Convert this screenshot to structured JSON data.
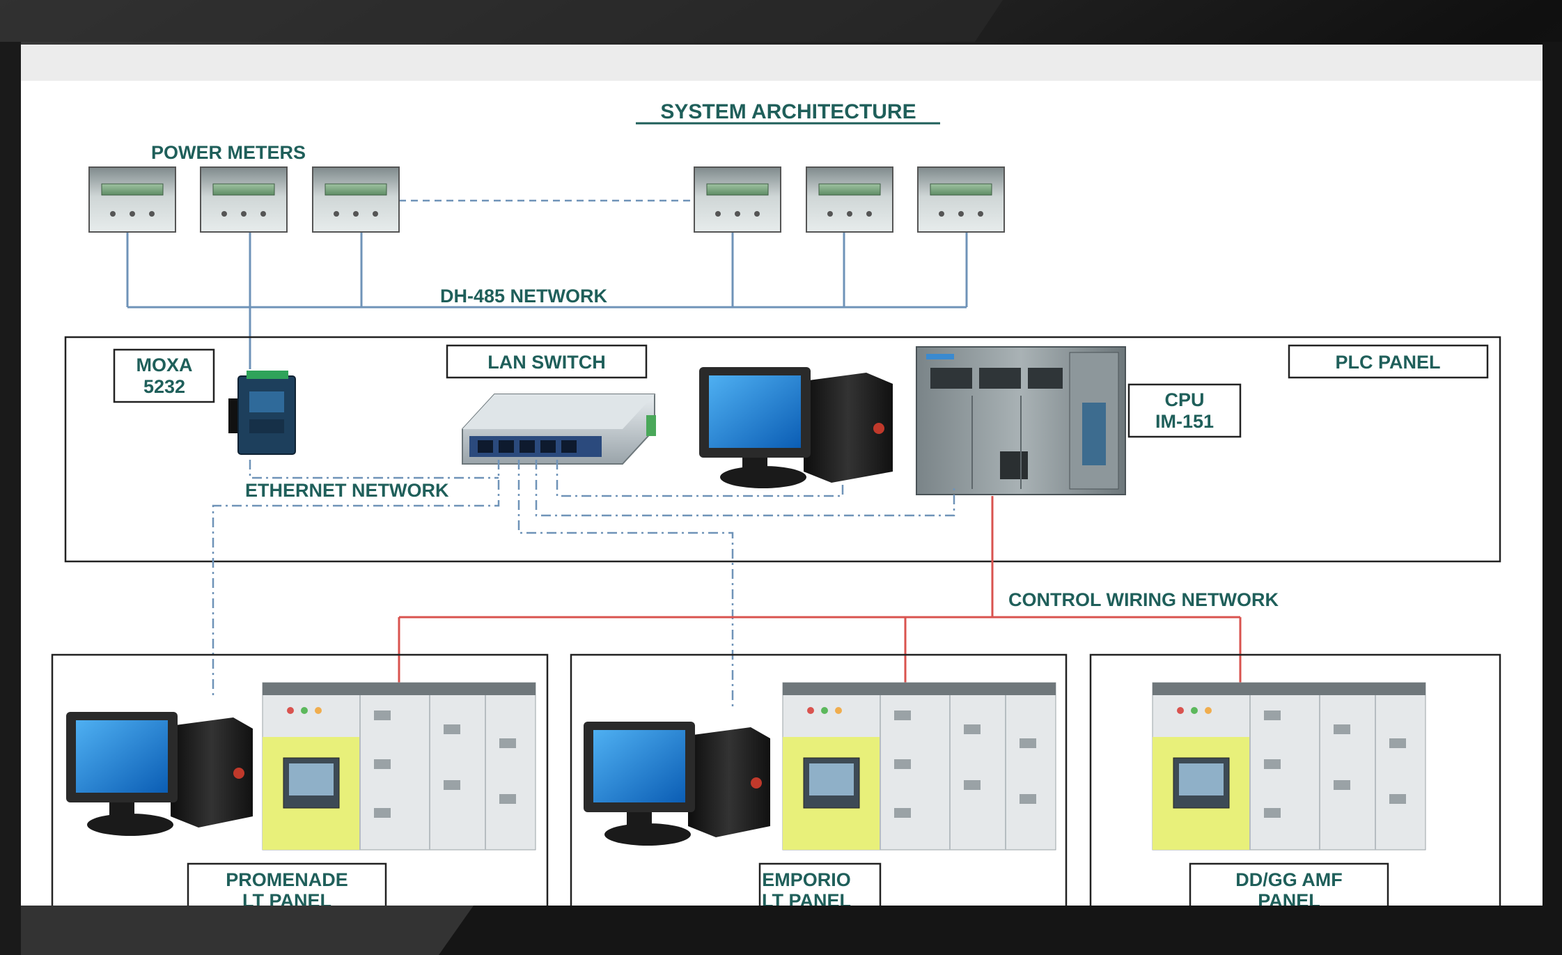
{
  "title": "SYSTEM ARCHITECTURE",
  "labels": {
    "power_meters": "POWER METERS",
    "dh485": "DH-485 NETWORK",
    "ethernet": "ETHERNET NETWORK",
    "control_wiring": "CONTROL WIRING NETWORK",
    "lan_switch": "LAN SWITCH",
    "plc_panel": "PLC PANEL",
    "moxa_line1": "MOXA",
    "moxa_line2": "5232",
    "cpu_line1": "CPU",
    "cpu_line2": "IM-151"
  },
  "panels": [
    {
      "line1": "PROMENADE",
      "line2": "LT PANEL"
    },
    {
      "line1": "EMPORIO",
      "line2": "LT PANEL"
    },
    {
      "line1": "DD/GG AMF",
      "line2": "PANEL"
    }
  ],
  "colors": {
    "label_text": "#1f5f5a",
    "dh485_line": "#6f93b8",
    "ethernet_line": "#6f93b8",
    "control_line": "#d9534f",
    "device_frame": "#000000"
  }
}
